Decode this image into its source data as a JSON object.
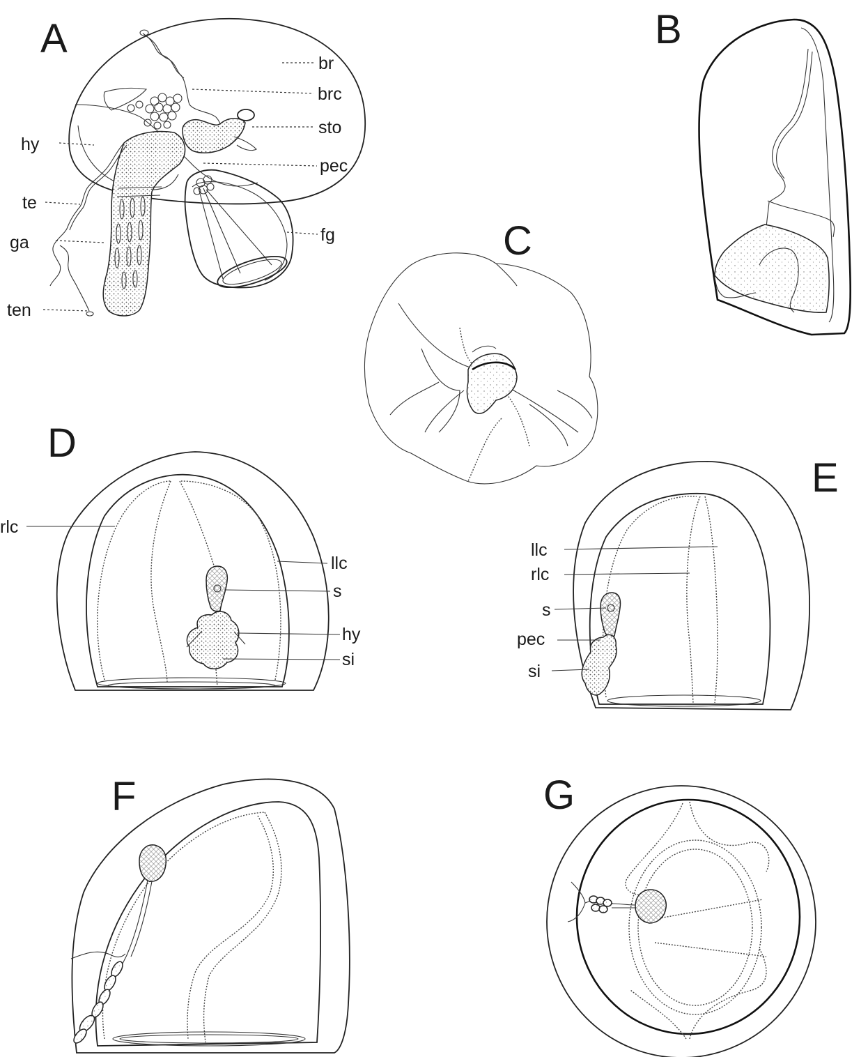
{
  "panels": {
    "A": {
      "letter": "A",
      "labels": {
        "br": "br",
        "brc": "brc",
        "sto": "sto",
        "pec": "pec",
        "fg": "fg",
        "hy": "hy",
        "te": "te",
        "ga": "ga",
        "ten": "ten"
      }
    },
    "B": {
      "letter": "B"
    },
    "C": {
      "letter": "C"
    },
    "D": {
      "letter": "D",
      "labels": {
        "rlc": "rlc",
        "llc": "llc",
        "s": "s",
        "hy": "hy",
        "si": "si"
      }
    },
    "E": {
      "letter": "E",
      "labels": {
        "llc": "llc",
        "rlc": "rlc",
        "s": "s",
        "pec": "pec",
        "si": "si"
      }
    },
    "F": {
      "letter": "F"
    },
    "G": {
      "letter": "G"
    }
  }
}
